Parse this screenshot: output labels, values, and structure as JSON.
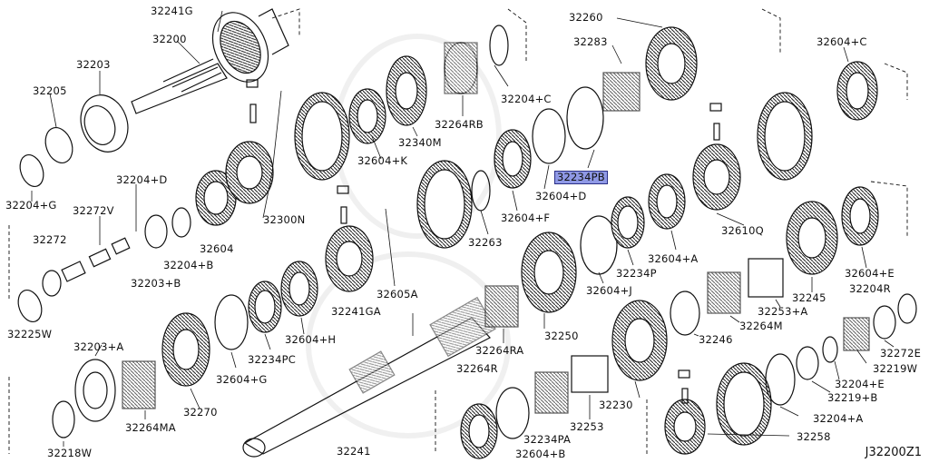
{
  "diagram_code": "J32200Z1",
  "highlight_color": "#8f99e6",
  "labels": {
    "l32241G": "32241G",
    "l32200": "32200",
    "l32203": "32203",
    "l32205": "32205",
    "l32204G": "32204+G",
    "l32204D": "32204+D",
    "l32272V": "32272V",
    "l32272": "32272",
    "l32203B": "32203+B",
    "l32204B": "32204+B",
    "l32604": "32604",
    "l32225W": "32225W",
    "l32300N": "32300N",
    "l32604K": "32604+K",
    "l32340M": "32340M",
    "l32264RB": "32264RB",
    "l32204C": "32204+C",
    "l32260": "32260",
    "l32283": "32283",
    "l32604C": "32604+C",
    "l32234PB": "32234PB",
    "l32604D": "32604+D",
    "l32604F": "32604+F",
    "l32263": "32263",
    "l32605A": "32605A",
    "l32241GA": "32241GA",
    "l32604H": "32604+H",
    "l32234PC": "32234PC",
    "l32604G": "32604+G",
    "l32203A": "32203+A",
    "l32270": "32270",
    "l32264MA": "32264MA",
    "l32218W": "32218W",
    "l32241": "32241",
    "l32264RA": "32264RA",
    "l32250": "32250",
    "l32264R": "32264R",
    "l32234PA": "32234PA",
    "l32604B": "32604+B",
    "l32253": "32253",
    "l32230": "32230",
    "l32604J": "32604+J",
    "l32234P": "32234P",
    "l32604A": "32604+A",
    "l32610Q": "32610Q",
    "l32604E": "32604+E",
    "l32245": "32245",
    "l32253A": "32253+A",
    "l32204R": "32204R",
    "l32264M": "32264M",
    "l32246": "32246",
    "l32272E": "32272E",
    "l32219W": "32219W",
    "l32204E": "32204+E",
    "l32219B": "32219+B",
    "l32204A": "32204+A",
    "l32258": "32258"
  }
}
